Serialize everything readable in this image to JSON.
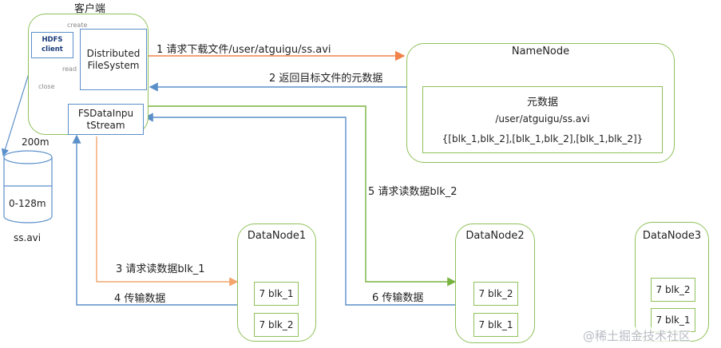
{
  "client": {
    "title": "客户端",
    "hdfs_client": "HDFS client",
    "distributed_fs": "Distributed FileSystem",
    "fsdatainputstream": "FSDataInpu tStream",
    "create_label": "create",
    "read_label": "read",
    "close_label": "close"
  },
  "disk": {
    "size_label": "200m",
    "range_label": "0-128m",
    "file_label": "ss.avi"
  },
  "namenode": {
    "title": "NameNode",
    "meta_title": "元数据",
    "meta_path": "/user/atguigu/ss.avi",
    "meta_blocks": "{[blk_1,blk_2],[blk_1,blk_2],[blk_1,blk_2]}"
  },
  "datanodes": [
    {
      "title": "DataNode1",
      "blocks": [
        "7 blk_1",
        "7 blk_2"
      ]
    },
    {
      "title": "DataNode2",
      "blocks": [
        "7 blk_2",
        "7 blk_1"
      ]
    },
    {
      "title": "DataNode3",
      "blocks": [
        "7 blk_2",
        "7 blk_1"
      ]
    }
  ],
  "steps": {
    "s1": "1 请求下载文件/user/atguigu/ss.avi",
    "s2": "2 返回目标文件的元数据",
    "s3": "3 请求读数据blk_1",
    "s4": "4 传输数据",
    "s5": "5 请求读数据blk_2",
    "s6": "6 传输数据"
  },
  "watermark": "@稀土掘金技术社区",
  "colors": {
    "orange": "#f0834a",
    "blue": "#5b8fc9",
    "green": "#78b33f"
  }
}
